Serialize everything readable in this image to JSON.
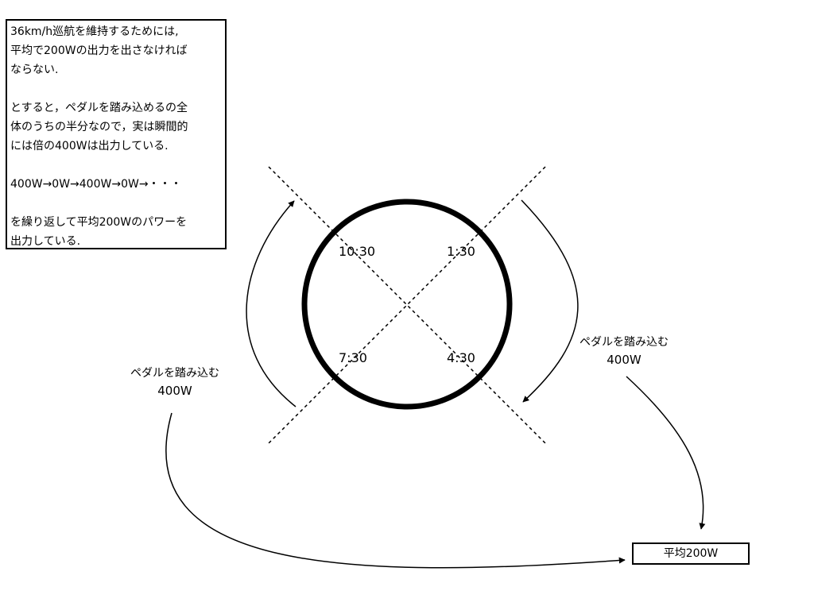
{
  "note": {
    "lines": [
      "36km/h巡航を維持するためには,",
      "平均で200Wの出力を出さなければ",
      "ならない.",
      "",
      "とすると，ペダルを踏み込めるの全",
      "体のうちの半分なので，実は瞬間的",
      "には倍の400Wは出力している.",
      "",
      "400W→0W→400W→0W→・・・",
      "",
      "を繰り返して平均200Wのパワーを",
      "出力している."
    ]
  },
  "clock": {
    "top_left": "10:30",
    "top_right": "1:30",
    "bottom_left": "7:30",
    "bottom_right": "4:30"
  },
  "pedal_right": {
    "text": "ペダルを踏み込む",
    "power": "400W"
  },
  "pedal_left": {
    "text": "ペダルを踏み込む",
    "power": "400W"
  },
  "average": {
    "label": "平均200W"
  }
}
